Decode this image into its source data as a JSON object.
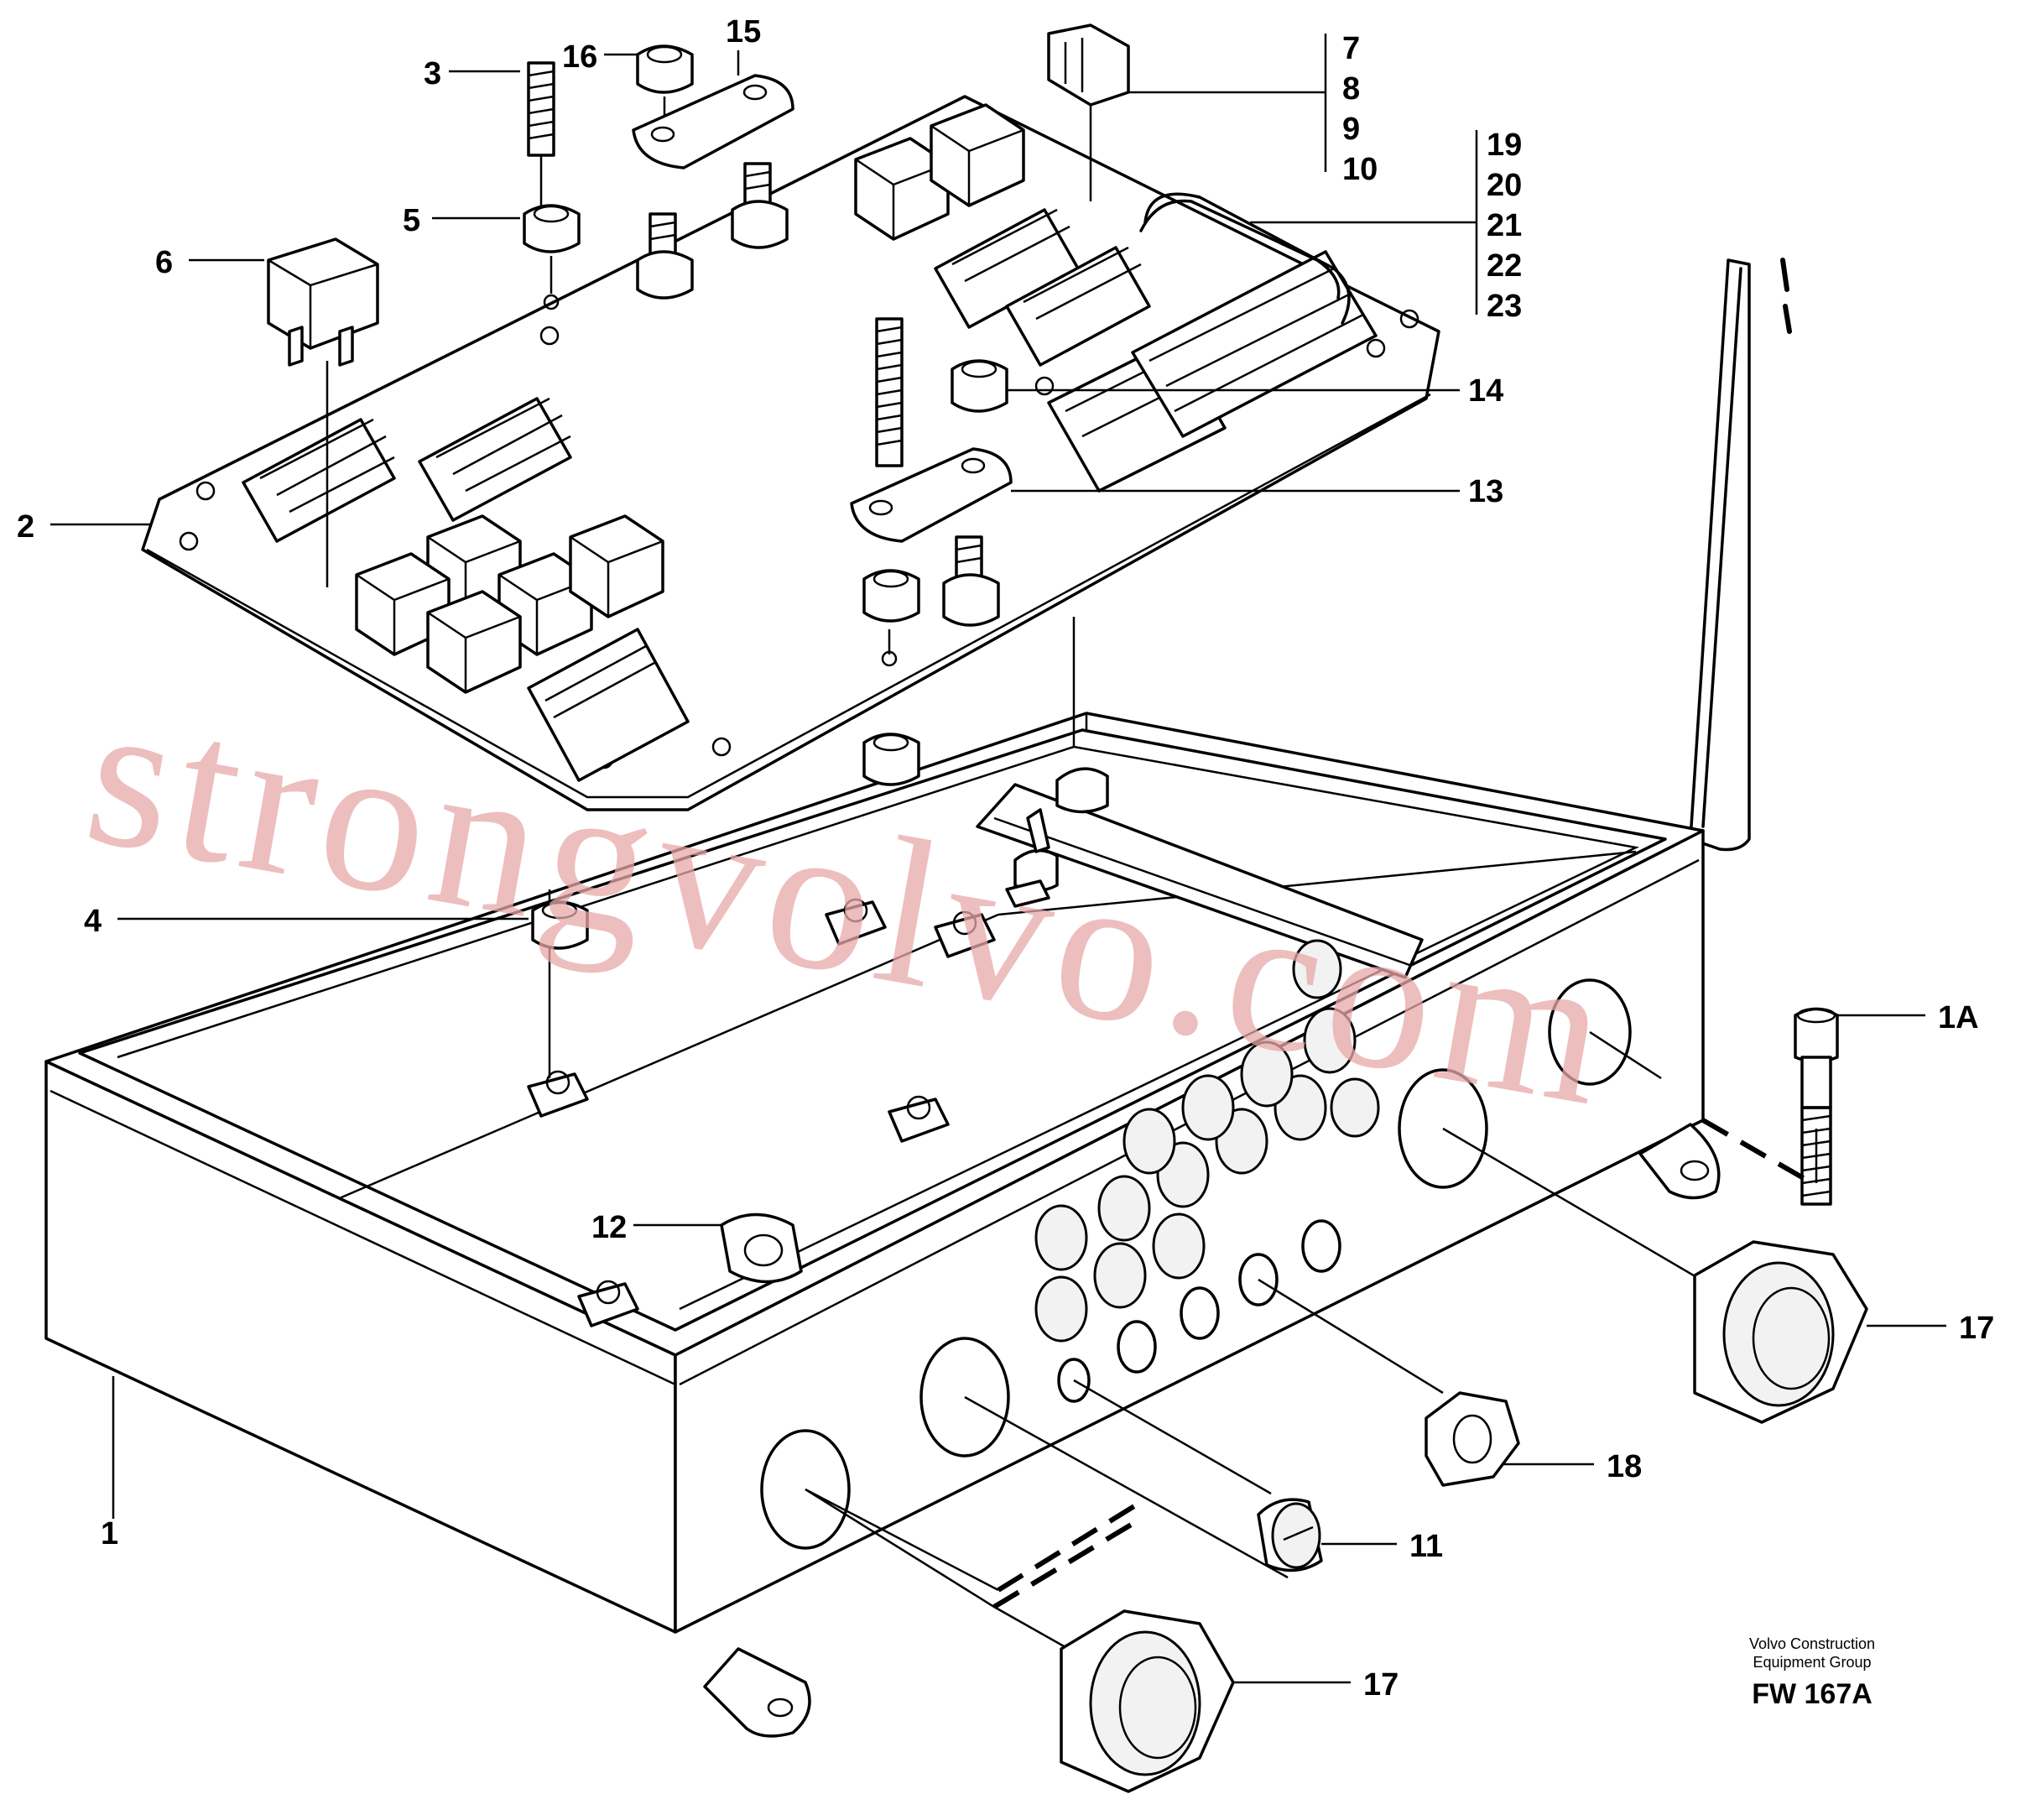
{
  "diagram": {
    "callouts": {
      "c1": "1",
      "c1a": "1A",
      "c2": "2",
      "c3": "3",
      "c4": "4",
      "c5": "5",
      "c6": "6",
      "c7": "7",
      "c8": "8",
      "c9": "9",
      "c10": "10",
      "c11": "11",
      "c12": "12",
      "c13": "13",
      "c14": "14",
      "c15": "15",
      "c16": "16",
      "c17a": "17",
      "c17b": "17",
      "c18": "18",
      "c19": "19",
      "c20": "20",
      "c21": "21",
      "c22": "22",
      "c23": "23"
    },
    "credit_line1": "Volvo Construction",
    "credit_line2": "Equipment Group",
    "figure_id": "FW 167A",
    "watermark": "strongvolvo.com"
  }
}
